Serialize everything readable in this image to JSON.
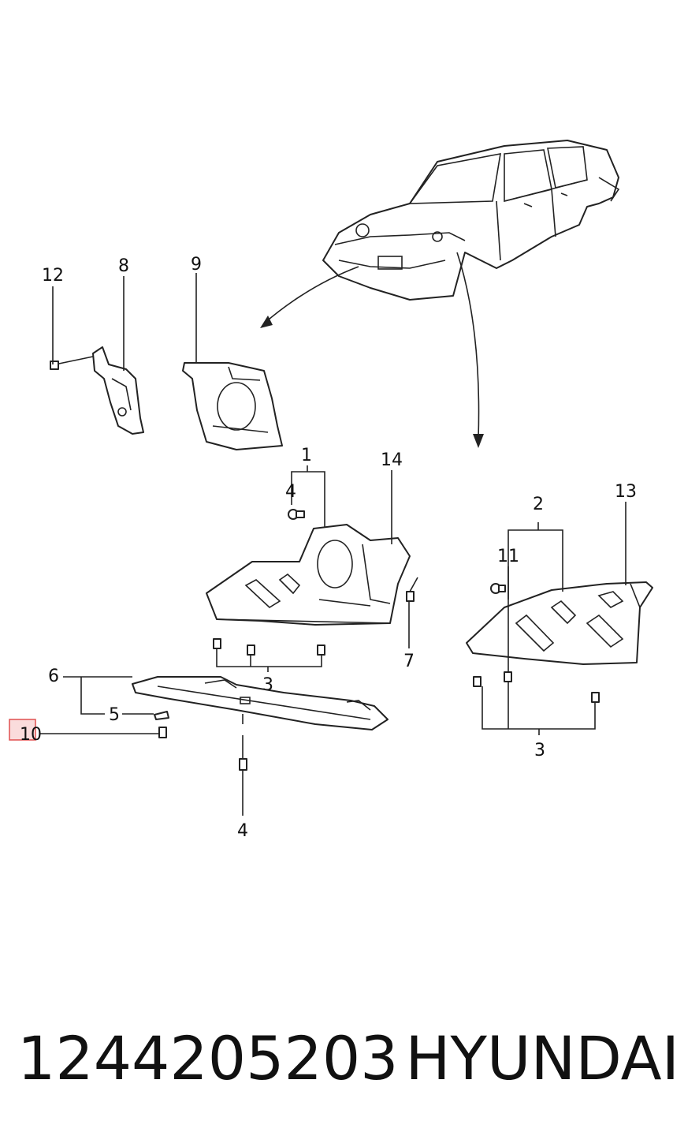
{
  "callouts": {
    "c12": "12",
    "c8": "8",
    "c9": "9",
    "c1": "1",
    "c14": "14",
    "c4a": "4",
    "c2": "2",
    "c13": "13",
    "c11": "11",
    "c7": "7",
    "c3a": "3",
    "c6": "6",
    "c5": "5",
    "c10": "10",
    "c3b": "3",
    "c4b": "4"
  },
  "footer": {
    "part_number": "1244205203",
    "brand": "HYUNDAI"
  },
  "colors": {
    "line": "#222222",
    "highlight": "#e05050"
  }
}
